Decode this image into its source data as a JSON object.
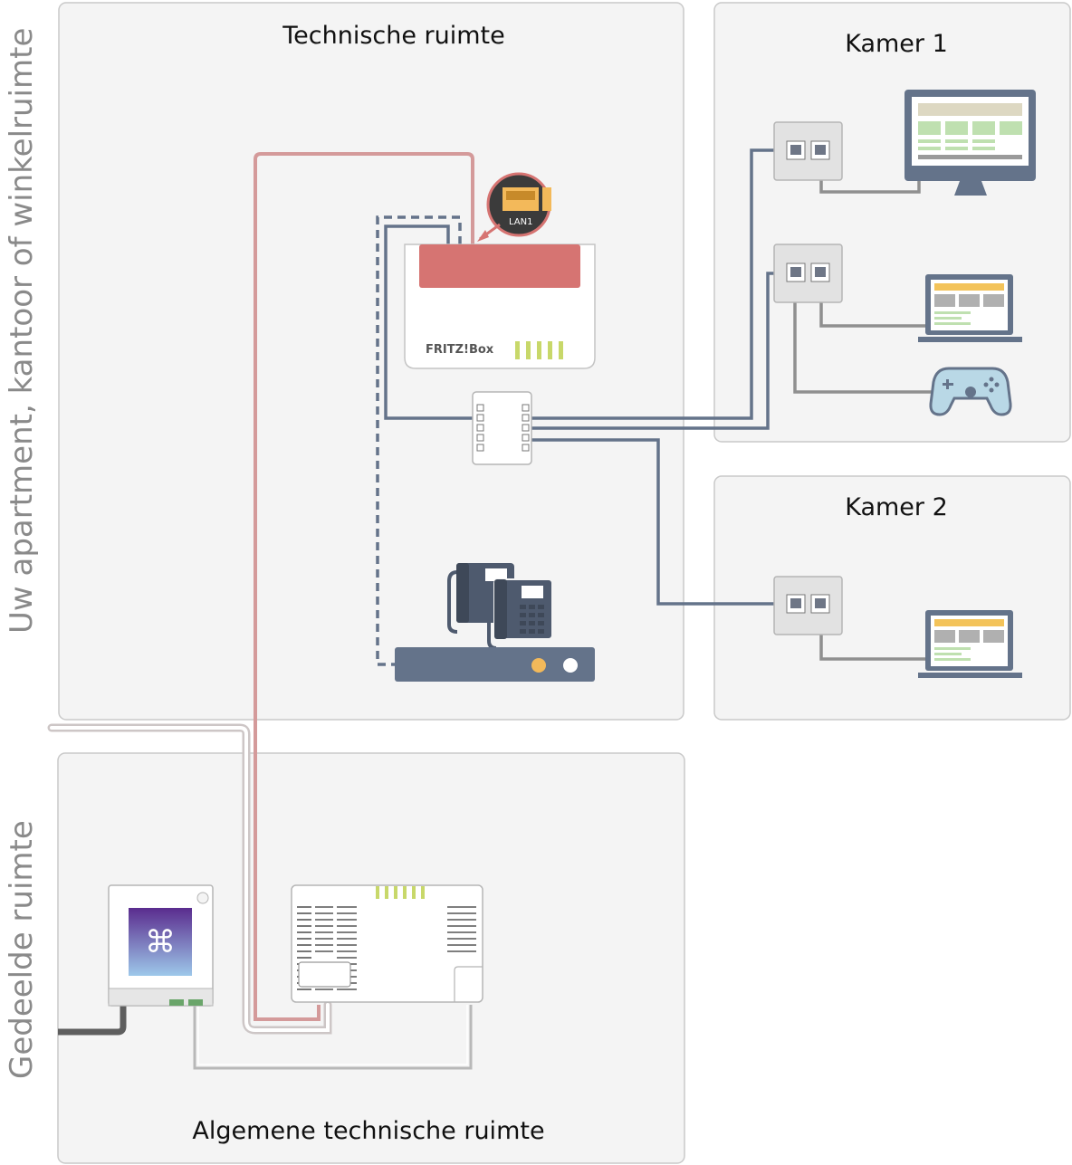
{
  "side_labels": {
    "apartment": "Uw apartment, kantoor of winkelruimte",
    "shared": "Gedeelde ruimte"
  },
  "rooms": {
    "technical": "Technische ruimte",
    "room1": "Kamer 1",
    "room2": "Kamer 2",
    "general_technical": "Algemene technische ruimte"
  },
  "router": {
    "brand": "FRITZ!Box",
    "port_callout": "LAN1"
  },
  "icons": {
    "router": "fritzbox-router-icon",
    "patch_panel": "patch-panel-icon",
    "phones": "desk-phone-icon",
    "phone_base": "dect-base-station-icon",
    "wall_socket": "ethernet-wall-socket-icon",
    "monitor": "monitor-icon",
    "laptop": "laptop-icon",
    "gamepad": "gamepad-icon",
    "provider_box": "network-termination-box-icon",
    "modem": "provider-modem-icon"
  },
  "colors": {
    "panel_bg": "#f4f4f4",
    "panel_border": "#c9c9c9",
    "router_red": "#d67472",
    "cable_red": "#d49a9a",
    "cable_blue": "#64738a",
    "cable_grey": "#8f8f8f",
    "led_green": "#c8d86a",
    "accent_orange": "#f3b95a",
    "logo_purple": "#5a2c8e"
  }
}
